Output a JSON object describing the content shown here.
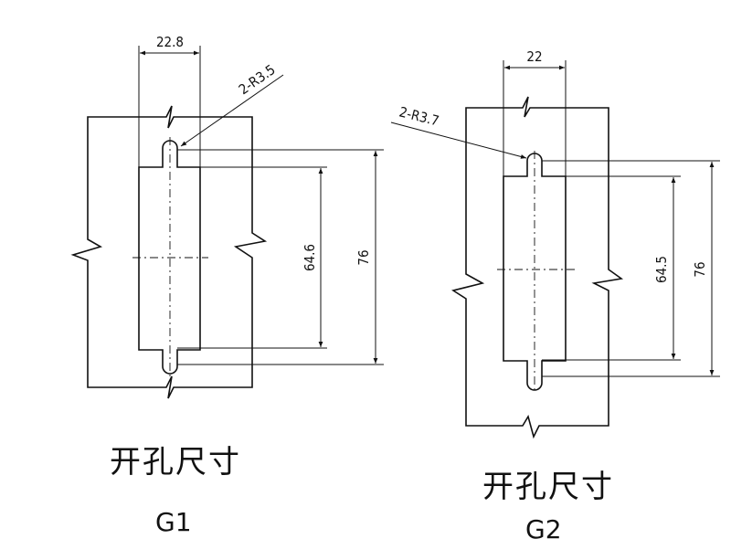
{
  "figures": [
    {
      "label": "G1",
      "caption": "开孔尺寸",
      "dim_width": "22.8",
      "dim_radius": "2-R3.5",
      "dim_inner": "64.6",
      "dim_outer": "76"
    },
    {
      "label": "G2",
      "caption": "开孔尺寸",
      "dim_width": "22",
      "dim_radius": "2-R3.7",
      "dim_inner": "64.5",
      "dim_outer": "76"
    }
  ]
}
